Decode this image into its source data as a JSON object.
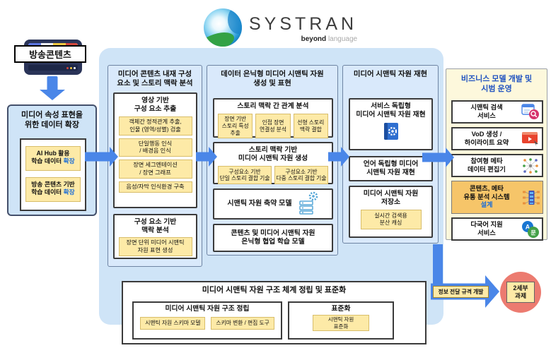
{
  "logo": {
    "name": "SYSTRAN",
    "tagline_bold": "beyond",
    "tagline_light": "language"
  },
  "broadcast": {
    "label": "방송콘텐츠"
  },
  "expansion": {
    "title": "미디어 속성 표현을\n위한 데이터 확장",
    "items": [
      {
        "text": "AI Hub 활용\n학습 데이터 ",
        "highlight": "확장"
      },
      {
        "text": "방송 콘텐츠 기반\n학습 데이터 ",
        "highlight": "확장"
      }
    ]
  },
  "col1": {
    "title": "미디어 콘텐츠 내재 구성\n요소 및 스토리 맥락 분석",
    "box1": {
      "title": "영상 기반\n구성 요소 추출",
      "items": [
        "객체간 정적관계 추출,\n인물 (영역/성별) 검출",
        "단일행동 인식\n/ 배경음 인식",
        "장면 세그멘테이션\n/ 장면 그래프",
        "음성/자막 인식환경 구축"
      ]
    },
    "box2": {
      "title": "구성 요소 기반\n맥락 분석",
      "item": "장면 단위 미디어 시맨틱\n자원 표현 생성"
    }
  },
  "col2": {
    "title": "데이터 은닉형 미디어 시맨틱 자원\n생성 및 표현",
    "box1": {
      "title": "스토리 맥락 간 관계 분석",
      "items": [
        "장면 기반\n스토리 특성 추출",
        "인접 장면\n연결성 분석",
        "선형 스토리\n맥락 결합"
      ]
    },
    "box2": {
      "title": "스토리 맥락 기반\n미디어 시맨틱 자원 생성",
      "items": [
        "구성요소 기반\n단일 스토리 결합 기술",
        "구성요소 기반\n다중 스토리 결합 기술"
      ]
    },
    "box3": {
      "title": "시맨틱 자원 축약 모델"
    },
    "box4": {
      "title": "콘텐츠 및 미디어 시맨틱 자원\n은닉형 협업 학습 모델"
    }
  },
  "col3": {
    "title": "미디어 시맨틱 자원 재현",
    "box1": {
      "title": "서비스 독립형\n미디어 시맨틱 자원 재현"
    },
    "box2": {
      "title": "언어 독립형 미디어\n시맨틱 자원 재현"
    },
    "box3": {
      "title": "미디어 시맨틱 자원\n저장소",
      "item": "실시간 검색용\n분산 캐싱"
    }
  },
  "business": {
    "title": "비즈니스 모델 개발 및\n시범 운영",
    "items": [
      {
        "label": "시맨틱 검색\n서비스"
      },
      {
        "label": "VoD 생성 /\n하이라이트 요약"
      },
      {
        "label": "참여형 메타\n데이터 편집기"
      },
      {
        "label": "콘텐츠, 메타\n유통 분석 시스템\n",
        "highlight": "설계"
      },
      {
        "label": "다국어 지원\n서비스"
      }
    ]
  },
  "standardization": {
    "title": "미디어 시맨틱 자원 구조 체계 정립 및 표준화",
    "left": {
      "title": "미디어 시맨틱 자원 구조 정립",
      "items": [
        "시맨틱 자원 스키마 모델",
        "스키마 변환 / 편집 도구"
      ]
    },
    "right": {
      "title": "표준화",
      "item": "시맨틱 자원\n표준화"
    }
  },
  "output": {
    "arrow_label": "정보 전달 규격 개발",
    "target": "2세부\n과제"
  },
  "colors": {
    "arrow_blue": "#4a86e8",
    "container_blue": "#cfe4f7",
    "panel_blue": "#d9e9fb",
    "item_yellow": "#fdeaa7",
    "business_bg": "#fdf8dc",
    "business_title_blue": "#1f52c0",
    "highlight_blue": "#1f6fd6",
    "orange_box": "#f6c569",
    "red_circle": "#ec7b70",
    "tv_navy": "#2a3458"
  }
}
